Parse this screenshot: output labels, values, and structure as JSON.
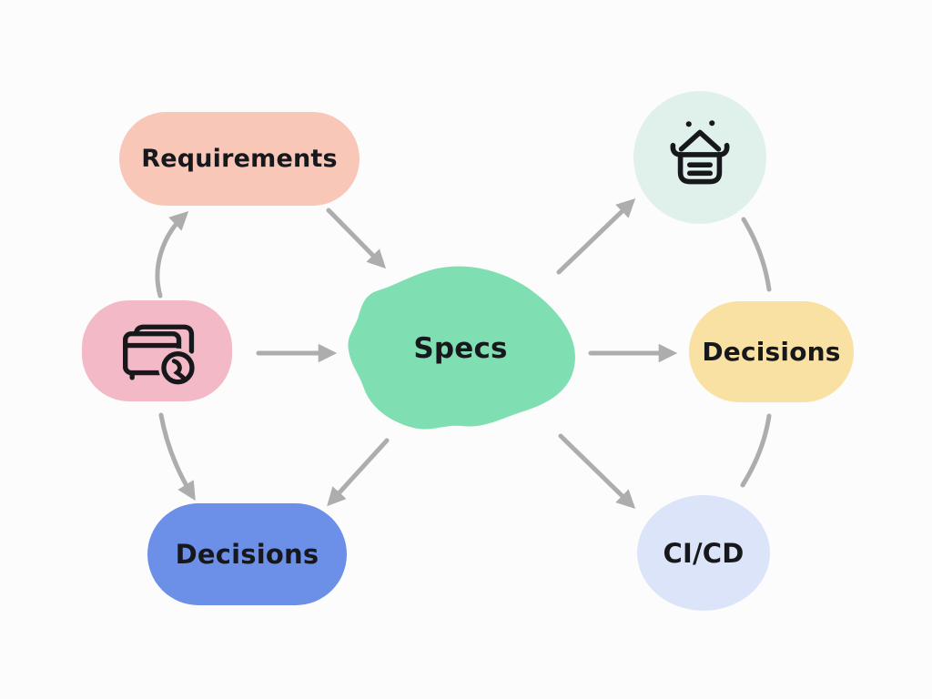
{
  "diagram": {
    "background_color": "#FCFCFC",
    "text_color": "#17181C",
    "arrow_color": "#ADADAD",
    "icon_stroke_color": "#17181C",
    "nodes": {
      "requirements": {
        "label": "Requirements",
        "shape": "pill",
        "color": "#F9C7B8"
      },
      "planning_card": {
        "icon": "card-clock-icon",
        "shape": "rounded-rect",
        "color": "#F3B9C6"
      },
      "specs": {
        "label": "Specs",
        "shape": "blob",
        "color": "#80DFB2"
      },
      "basket": {
        "icon": "basket-icon",
        "shape": "circle",
        "color": "#E0F1EB"
      },
      "decisions_right": {
        "label": "Decisions",
        "shape": "pill",
        "color": "#F8E1A3"
      },
      "decisions_bottom": {
        "label": "Decisions",
        "shape": "pill",
        "color": "#6C90E8"
      },
      "cicd": {
        "label": "CI/CD",
        "shape": "circle",
        "color": "#DBE4F8"
      }
    },
    "connections": [
      {
        "from": "planning_card",
        "to": "requirements",
        "arrowhead": true
      },
      {
        "from": "requirements",
        "to": "specs",
        "arrowhead": true
      },
      {
        "from": "planning_card",
        "to": "specs",
        "arrowhead": true
      },
      {
        "from": "planning_card",
        "to": "decisions_bottom",
        "arrowhead": true
      },
      {
        "from": "specs",
        "to": "decisions_bottom",
        "arrowhead": true
      },
      {
        "from": "specs",
        "to": "basket",
        "arrowhead": true
      },
      {
        "from": "specs",
        "to": "decisions_right",
        "arrowhead": true
      },
      {
        "from": "specs",
        "to": "cicd",
        "arrowhead": true
      },
      {
        "from": "basket",
        "to": "decisions_right",
        "arrowhead": false
      },
      {
        "from": "decisions_right",
        "to": "cicd",
        "arrowhead": false
      }
    ]
  }
}
